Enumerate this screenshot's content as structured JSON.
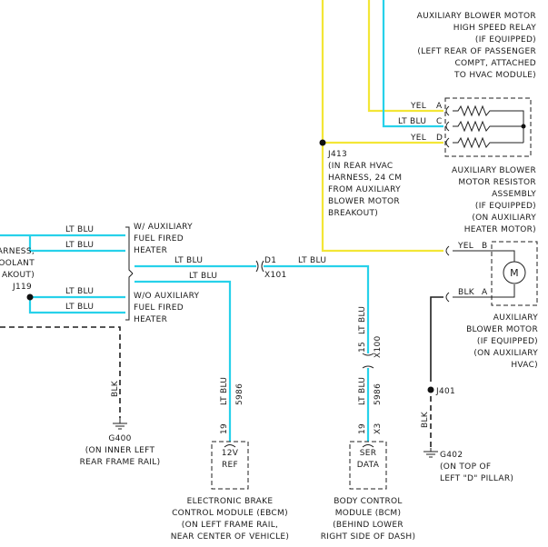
{
  "colors": {
    "lt_blu": "#27d1ea",
    "yel": "#f3e636",
    "blk": "#1f1f1f"
  },
  "relay": {
    "lines": [
      "AUXILIARY BLOWER MOTOR",
      "HIGH SPEED RELAY",
      "(IF EQUIPPED)",
      "(LEFT REAR OF PASSENGER",
      "COMPT, ATTACHED",
      "TO HVAC MODULE)"
    ]
  },
  "resistor_wires": {
    "a_color": "YEL",
    "a_pin": "A",
    "c_color": "LT BLU",
    "c_pin": "C",
    "d_color": "YEL",
    "d_pin": "D"
  },
  "resistor": {
    "lines": [
      "AUXILIARY BLOWER",
      "MOTOR RESISTOR",
      "ASSEMBLY",
      "(IF EQUIPPED)",
      "(ON AUXILIARY",
      "HEATER MOTOR)"
    ]
  },
  "splice_j413": {
    "lines": [
      "J413",
      "(IN REAR HVAC",
      "HARNESS, 24 CM",
      "FROM AUXILIARY",
      "BLOWER MOTOR",
      "BREAKOUT)"
    ]
  },
  "motor_wires": {
    "b_color": "YEL",
    "b_pin": "B",
    "a_color": "BLK",
    "a_pin": "A",
    "symbol": "M"
  },
  "motor": {
    "lines": [
      "AUXILIARY",
      "BLOWER MOTOR",
      "(IF EQUIPPED)",
      "(ON AUXILIARY",
      "HVAC)"
    ]
  },
  "left_harness": {
    "partial_lines": [
      "ARNESS,",
      "OOLANT",
      "AKOUT)"
    ],
    "splice_label": "J119",
    "wire_top1": "LT BLU",
    "wire_top2": "LT BLU",
    "wire_bot1": "LT BLU",
    "wire_bot2": "LT BLU"
  },
  "heater_with": {
    "lines": [
      "W/ AUXILIARY",
      "FUEL FIRED",
      "HEATER"
    ]
  },
  "heater_without": {
    "lines": [
      "W/O AUXILIARY",
      "FUEL FIRED",
      "HEATER"
    ]
  },
  "main_wires": {
    "upper_label": "LT BLU",
    "lower_label": "LT BLU",
    "connector_pin": "D1",
    "connector_name": "X101",
    "right_label": "LT BLU"
  },
  "ground_g400": {
    "wire_color": "BLK",
    "lines": [
      "G400",
      "(ON INNER LEFT",
      "REAR FRAME RAIL)"
    ]
  },
  "ebcm_wire": {
    "color": "LT BLU",
    "circuit": "5986",
    "pin": "19"
  },
  "ebcm": {
    "terminal_lines": [
      "12V",
      "REF"
    ],
    "lines": [
      "ELECTRONIC BRAKE",
      "CONTROL MODULE (EBCM)",
      "(ON LEFT FRAME RAIL,",
      "NEAR CENTER OF VEHICLE)"
    ]
  },
  "bcm_wire": {
    "upper_color": "LT BLU",
    "x100_pin": "15",
    "x100_name": "X100",
    "lower_color": "LT BLU",
    "circuit": "5986",
    "pin": "19",
    "x3_name": "X3"
  },
  "bcm": {
    "terminal_lines": [
      "SER",
      "DATA"
    ],
    "lines": [
      "BODY CONTROL",
      "MODULE (BCM)",
      "(BEHIND LOWER",
      "RIGHT SIDE OF DASH)"
    ]
  },
  "splice_j401": {
    "label": "J401"
  },
  "ground_g402": {
    "wire_color": "BLK",
    "lines": [
      "G402",
      "(ON TOP OF",
      "LEFT \"D\" PILLAR)"
    ]
  }
}
